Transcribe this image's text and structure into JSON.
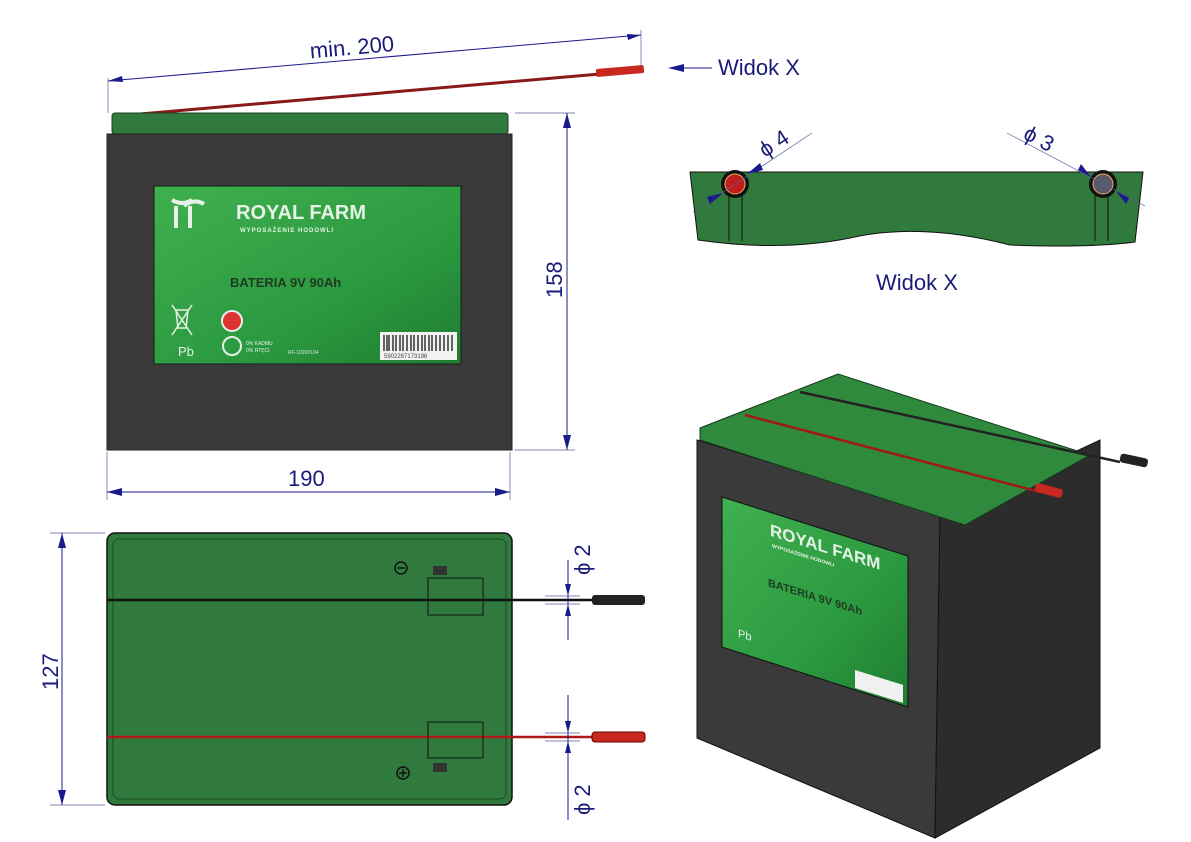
{
  "dimensions": {
    "wire_length": "min. 200",
    "height": "158",
    "width": "190",
    "depth": "127",
    "wire_dia_top": "ϕ 2",
    "wire_dia_bottom": "ϕ 2",
    "terminal_red_dia": "ϕ 4",
    "terminal_black_dia": "ϕ 3"
  },
  "view_arrow_label": "Widok X",
  "view_caption": "Widok X",
  "label": {
    "brand": "ROYAL FARM",
    "tagline": "WYPOSAŻENIE HODOWLI",
    "product": "BATERIA 9V 90Ah",
    "pb": "Pb",
    "cadmium": "0% KADMU",
    "mercury": "0% RTĘCI",
    "code": "RF-10200104",
    "barcode": "5902287173196"
  },
  "iso_label": {
    "brand": "ROYAL FARM",
    "tagline": "WYPOSAŻENIE HODOWLI",
    "product": "BATERIA 9V 90Ah",
    "pb": "Pb"
  },
  "colors": {
    "lid": "#2f7a3c",
    "body": "#3a3a3a",
    "label": "#2fa043",
    "dimension": "#1a1a8c"
  }
}
